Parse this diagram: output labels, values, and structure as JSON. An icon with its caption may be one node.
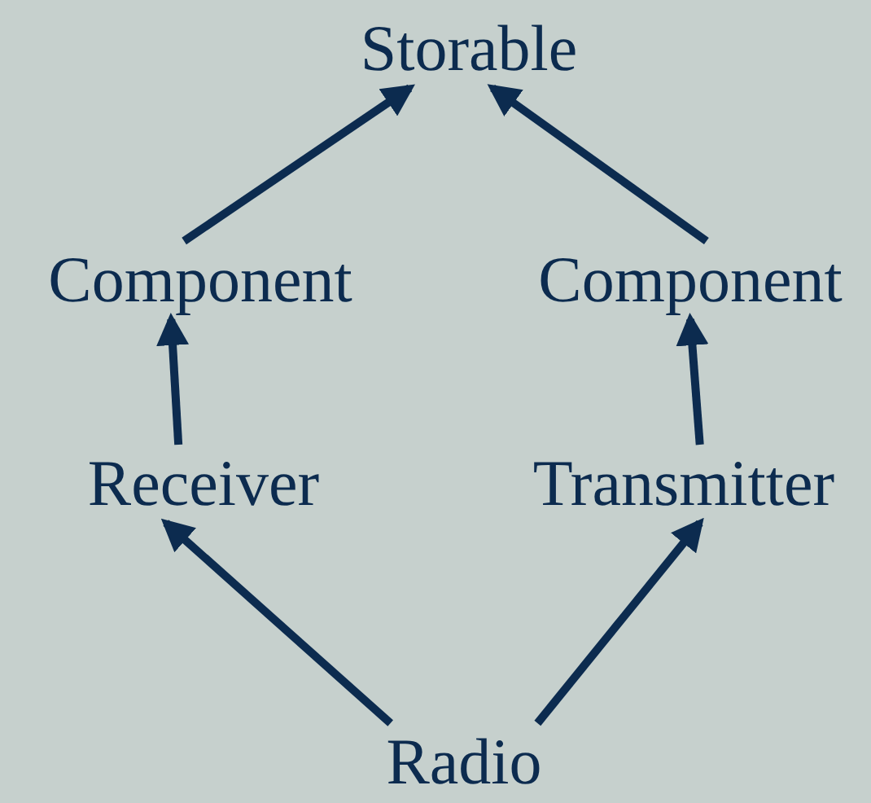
{
  "diagram": {
    "nodes": [
      {
        "text": [
          "Storable"
        ]
      },
      {
        "text": [
          "Component"
        ]
      },
      {
        "text": [
          "Component"
        ]
      },
      {
        "text": [
          "Receiver"
        ]
      },
      {
        "text": [
          "Transmitter"
        ]
      },
      {
        "text": [
          "Radio"
        ]
      }
    ],
    "edges": [
      {
        "from": 5,
        "to": 3,
        "arrow": "to"
      },
      {
        "from": 5,
        "to": 4,
        "arrow": "to"
      },
      {
        "from": 3,
        "to": 1,
        "arrow": "to"
      },
      {
        "from": 4,
        "to": 2,
        "arrow": "to"
      },
      {
        "from": 1,
        "to": 0,
        "arrow": "to"
      },
      {
        "from": 2,
        "to": 0,
        "arrow": "to"
      }
    ]
  }
}
